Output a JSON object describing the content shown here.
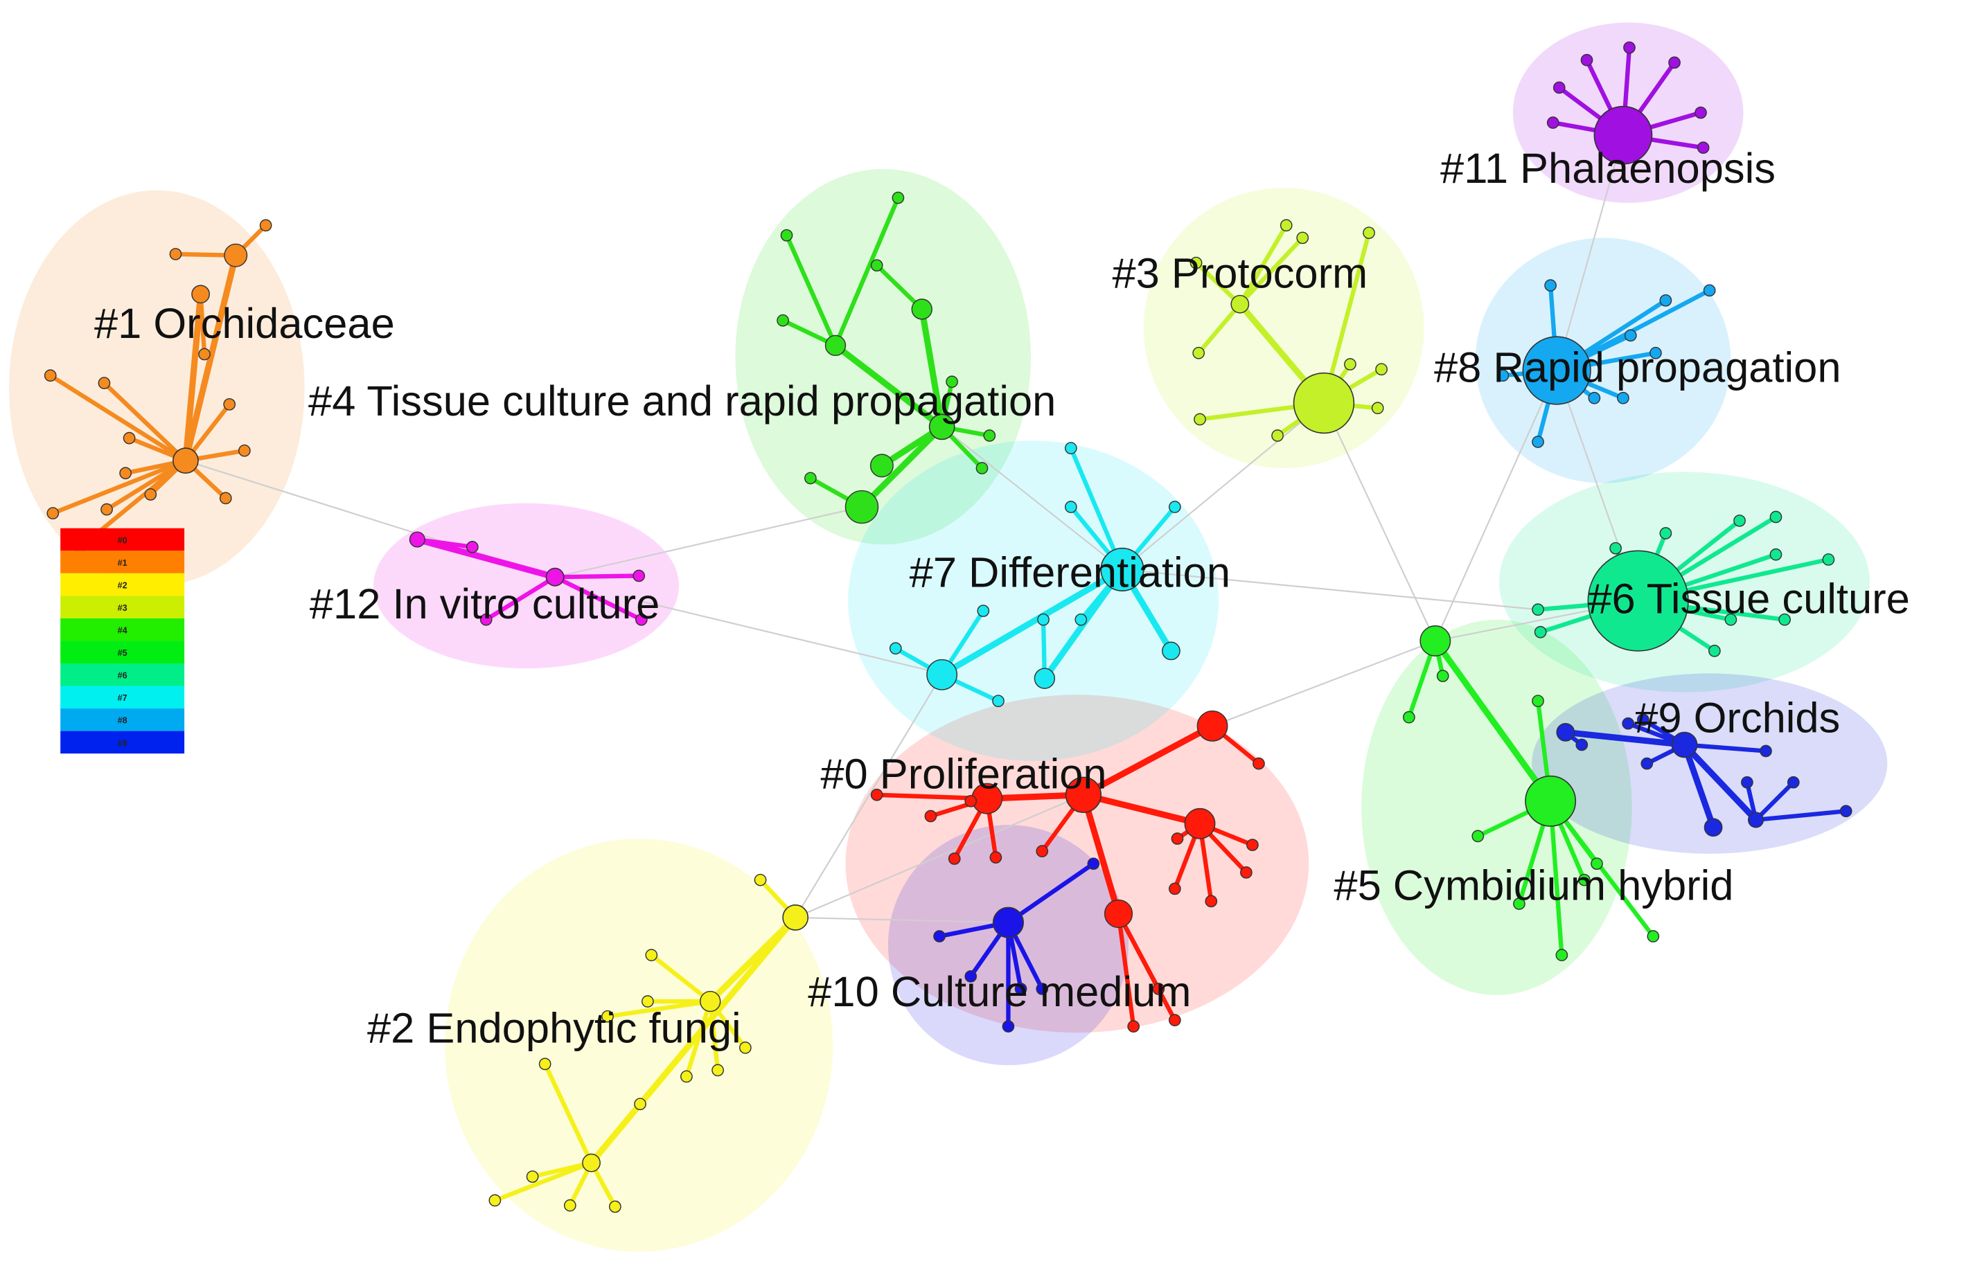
{
  "clusters": [
    {
      "id": "0",
      "label": "#0 Proliferation",
      "color": "#ff1a0a"
    },
    {
      "id": "1",
      "label": "#1 Orchidaceae",
      "color": "#f58a1f"
    },
    {
      "id": "2",
      "label": "#2 Endophytic fungi",
      "color": "#f5f01a"
    },
    {
      "id": "3",
      "label": "#3 Protocorm",
      "color": "#c4f02a"
    },
    {
      "id": "4",
      "label": "#4 Tissue culture and rapid propagation",
      "color": "#2ee01a"
    },
    {
      "id": "5",
      "label": "#5 Cymbidium hybrid",
      "color": "#22ee22"
    },
    {
      "id": "6",
      "label": "#6 Tissue culture",
      "color": "#10e890"
    },
    {
      "id": "7",
      "label": "#7 Differentiation",
      "color": "#1ae8f0"
    },
    {
      "id": "8",
      "label": "#8 Rapid propagation",
      "color": "#14a8f0"
    },
    {
      "id": "9",
      "label": "#9 Orchids",
      "color": "#1a28e0"
    },
    {
      "id": "10",
      "label": "#10 Culture medium",
      "color": "#1a14e8"
    },
    {
      "id": "11",
      "label": "#11 Phalaenopsis",
      "color": "#a010e0"
    },
    {
      "id": "12",
      "label": "#12 In vitro culture",
      "color": "#ee14e8"
    }
  ],
  "legend": [
    {
      "label": "#0",
      "color": "#ff0000"
    },
    {
      "label": "#1",
      "color": "#ff8000"
    },
    {
      "label": "#2",
      "color": "#ffee00"
    },
    {
      "label": "#3",
      "color": "#ccee00"
    },
    {
      "label": "#4",
      "color": "#22ee00"
    },
    {
      "label": "#5",
      "color": "#00ee11"
    },
    {
      "label": "#6",
      "color": "#00ee88"
    },
    {
      "label": "#7",
      "color": "#00f0f0"
    },
    {
      "label": "#8",
      "color": "#00aaf0"
    },
    {
      "label": "#9",
      "color": "#0022ee"
    }
  ]
}
